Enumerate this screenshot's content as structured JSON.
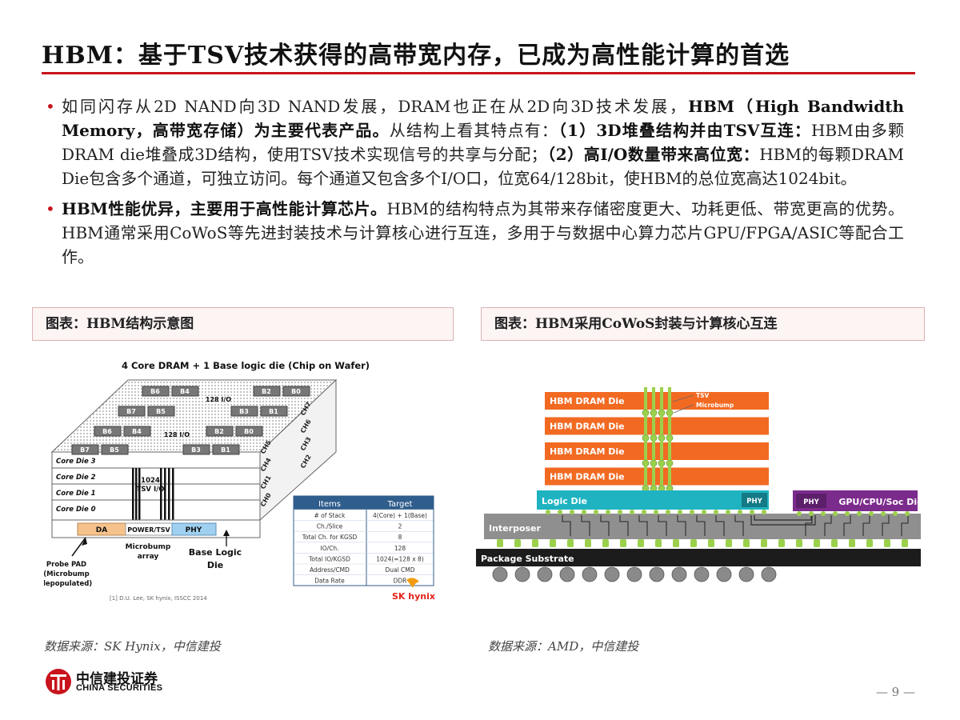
{
  "title": "HBM：基于TSV技术获得的高带宽内存，已成为高性能计算的首选",
  "bullets": [
    {
      "segments": [
        {
          "t": "如同闪存从2D NAND向3D NAND发展，DRAM也正在从2D向3D技术发展，",
          "b": false
        },
        {
          "t": "HBM（High Bandwidth Memory，高带宽存储）为主要代表产品。",
          "b": true
        },
        {
          "t": "从结构上看其特点有：",
          "b": false
        },
        {
          "t": "（1）3D堆叠结构并由TSV互连：",
          "b": true
        },
        {
          "t": "HBM由多颗DRAM die堆叠成3D结构，使用TSV技术实现信号的共享与分配；",
          "b": false
        },
        {
          "t": "（2）高I/O数量带来高位宽：",
          "b": true
        },
        {
          "t": "HBM的每颗DRAM Die包含多个通道，可独立访问。每个通道又包含多个I/O口，位宽64/128bit，使HBM的总位宽高达1024bit。",
          "b": false
        }
      ]
    },
    {
      "segments": [
        {
          "t": "HBM性能优异，主要用于高性能计算芯片。",
          "b": true
        },
        {
          "t": "HBM的结构特点为其带来存储密度更大、功耗更低、带宽更高的优势。HBM通常采用CoWoS等先进封装技术与计算核心进行互连，多用于与数据中心算力芯片GPU/FPGA/ASIC等配合工作。",
          "b": false
        }
      ]
    }
  ],
  "left_panel": {
    "header": "图表：HBM结构示意图",
    "source": "数据来源：SK Hynix，中信建投",
    "diagram": {
      "title": "4 Core DRAM + 1 Base logic die (Chip on Wafer)",
      "bank_rows": [
        [
          "B6",
          "B4",
          "B2",
          "B0"
        ],
        [
          "B7",
          "B5",
          "B3",
          "B1"
        ],
        [
          "B6",
          "B4",
          "B2",
          "B0"
        ],
        [
          "B7",
          "B5",
          "B3",
          "B1"
        ]
      ],
      "io_label_top": "128 I/O",
      "io_label_mid": "128 I/O",
      "core_dies": [
        "Core Die 3",
        "Core Die 2",
        "Core Die 1",
        "Core Die 0"
      ],
      "tsv_label_1": "1024",
      "tsv_label_2": "TSV I/O",
      "channels": [
        "CH7",
        "CH6",
        "CH3",
        "CH2",
        "CH5",
        "CH4",
        "CH1",
        "CH0"
      ],
      "base_blocks": [
        "DA",
        "POWER/TSV",
        "PHY"
      ],
      "probe_pad": [
        "Probe PAD",
        "(Microbump",
        "depopulated)"
      ],
      "microbump": [
        "Microbump",
        "array"
      ],
      "base_logic": [
        "Base Logic",
        "Die"
      ],
      "citation": "[1] D.U. Lee, SK hynix, ISSCC 2014",
      "brand": "SK hynix",
      "table": {
        "headers": [
          "Items",
          "Target"
        ],
        "rows": [
          [
            "# of Stack",
            "4(Core) + 1(Base)"
          ],
          [
            "Ch./Slice",
            "2"
          ],
          [
            "Total Ch. for KGSD",
            "8"
          ],
          [
            "IO/Ch.",
            "128"
          ],
          [
            "Total IO/KGSD",
            "1024(=128 x 8)"
          ],
          [
            "Address/CMD",
            "Dual CMD"
          ],
          [
            "Data Rate",
            "DDR"
          ]
        ]
      }
    }
  },
  "right_panel": {
    "header": "图表：HBM采用CoWoS封装与计算核心互连",
    "source": "数据来源：AMD，中信建投",
    "diagram": {
      "dram_dies": [
        "HBM DRAM Die",
        "HBM DRAM Die",
        "HBM DRAM Die",
        "HBM DRAM Die"
      ],
      "tsv_label": "TSV",
      "microbump_label": "Microbump",
      "logic_die": "Logic Die",
      "phy_label": "PHY",
      "phy_label_2": "PHY",
      "compute_die": "GPU/CPU/Soc Die",
      "interposer": "Interposer",
      "substrate": "Package Substrate"
    }
  },
  "logo": {
    "cn": "中信建投证券",
    "en": "CHINA SECURITIES"
  },
  "page_number": "— 9 —",
  "colors": {
    "accent": "#c8141c",
    "dram": "#f26a22",
    "logic": "#1fb3c2",
    "compute": "#7b2b8c",
    "interposer": "#8a8a8a",
    "bump": "#9cd04c"
  }
}
